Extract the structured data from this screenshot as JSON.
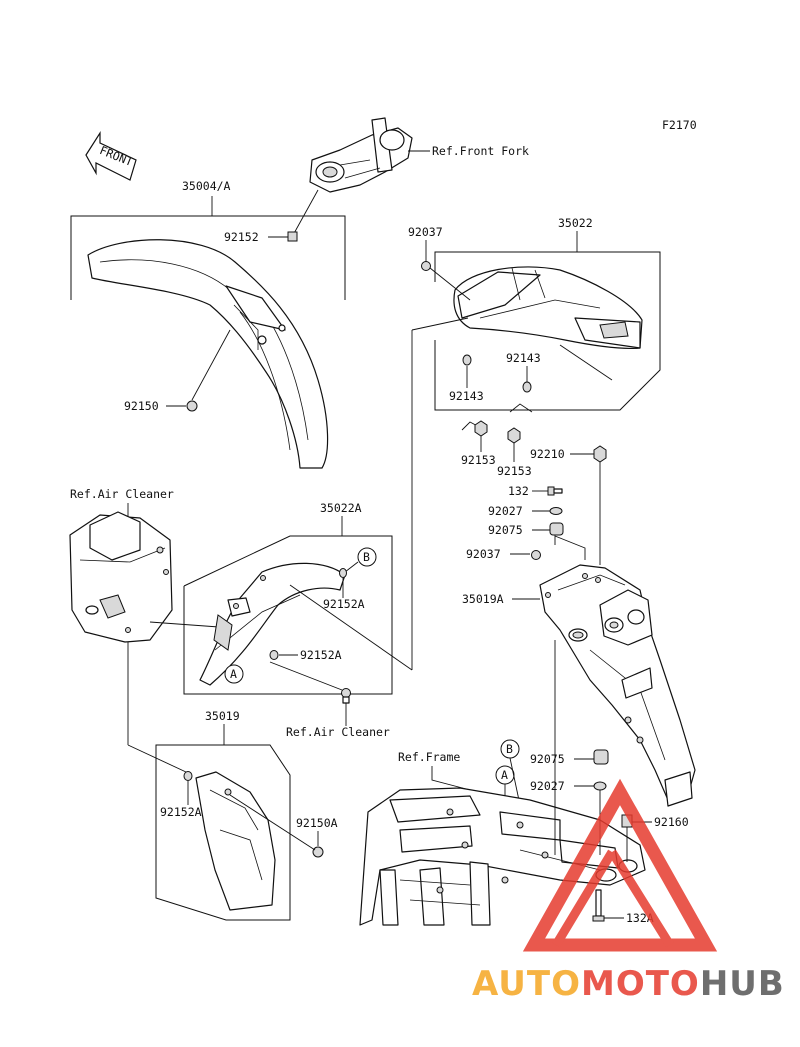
{
  "figure_code": "F2170",
  "front_label": "FRONT",
  "labels": {
    "ref_front_fork": "Ref.Front Fork",
    "p35004a": "35004/A",
    "p92152_top": "92152",
    "p92150": "92150",
    "p92037_top": "92037",
    "p35022": "35022",
    "p92143_r": "92143",
    "p92143_l": "92143",
    "p92153_l": "92153",
    "p92153_r": "92153",
    "p92210": "92210",
    "p132": "132",
    "p92027_top": "92027",
    "p92075_top": "92075",
    "p92037_mid": "92037",
    "p35019a": "35019A",
    "ref_air_cleaner_top": "Ref.Air Cleaner",
    "p35022a": "35022A",
    "p92152a_r": "92152A",
    "p92152a_m": "92152A",
    "ref_air_cleaner_bot": "Ref.Air Cleaner",
    "p35019": "35019",
    "p92152a_l": "92152A",
    "p92150a": "92150A",
    "ref_frame": "Ref.Frame",
    "p92075_bot": "92075",
    "p92027_bot": "92027",
    "p92160": "92160",
    "p132a": "132A"
  },
  "callouts": {
    "a": "A",
    "b": "B"
  },
  "watermark": {
    "part1": "AUTO",
    "part2": "MOTO",
    "part3": "HUB",
    "color1": "#f5a623",
    "color2": "#e63b2e",
    "color3": "#555555"
  }
}
